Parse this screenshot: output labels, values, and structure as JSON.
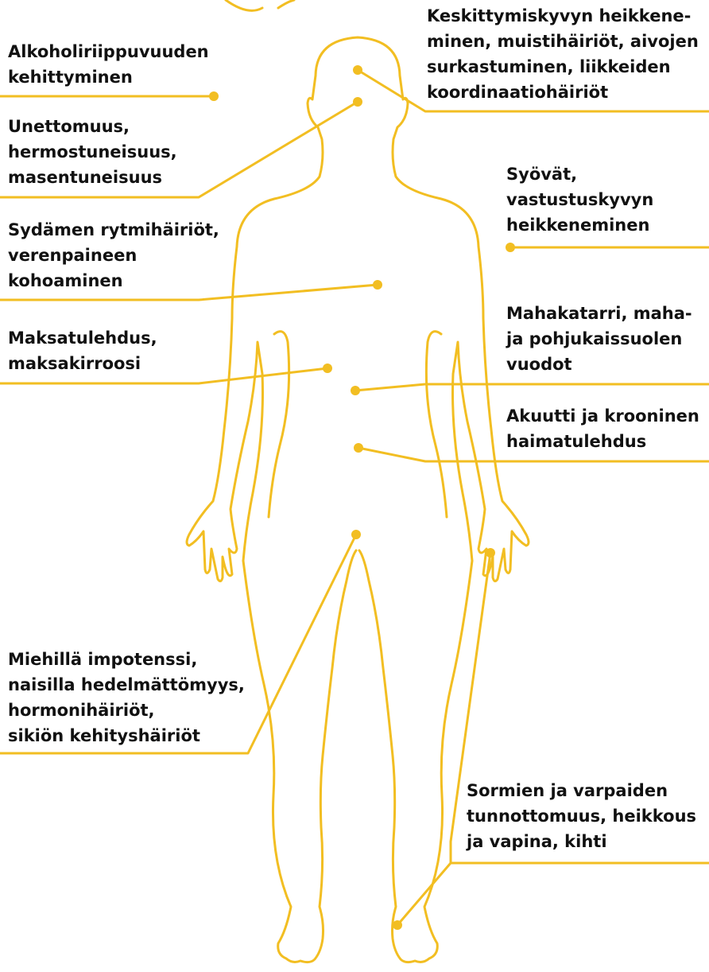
{
  "colors": {
    "accent": "#F2BE22",
    "text": "#111111",
    "background": "#FFFFFF"
  },
  "labels": {
    "brain": "Keskittymiskyvyn heikkene-\nminen, muistihäiriöt, aivojen\nsurkastuminen, liikkeiden\nkoordinaatiohäiriöt",
    "addiction": "Alkoholiriippuvuuden\nkehittyminen",
    "sleep": "Unettomuus,\nhermostuneisuus,\nmasentuneisuus",
    "cancer": "Syövät,\nvastustuskyvyn\nheikkeneminen",
    "heart": "Sydämen rytmihäiriöt,\nverenpaineen\nkohoaminen",
    "stomach": "Mahakatarri, maha-\nja pohjukaissuolen\nvuodot",
    "liver": "Maksatulehdus,\nmaksakirroosi",
    "pancreas": "Akuutti ja krooninen\nhaimatulehdus",
    "reproductive": "Miehillä impotenssi,\nnaisilla hedelmättömyys,\nhormonihäiriöt,\nsikiön kehityshäiriöt",
    "extremities": "Sormien ja varpaiden\ntunnottomuus, heikkous\nja vapina, kihti"
  }
}
